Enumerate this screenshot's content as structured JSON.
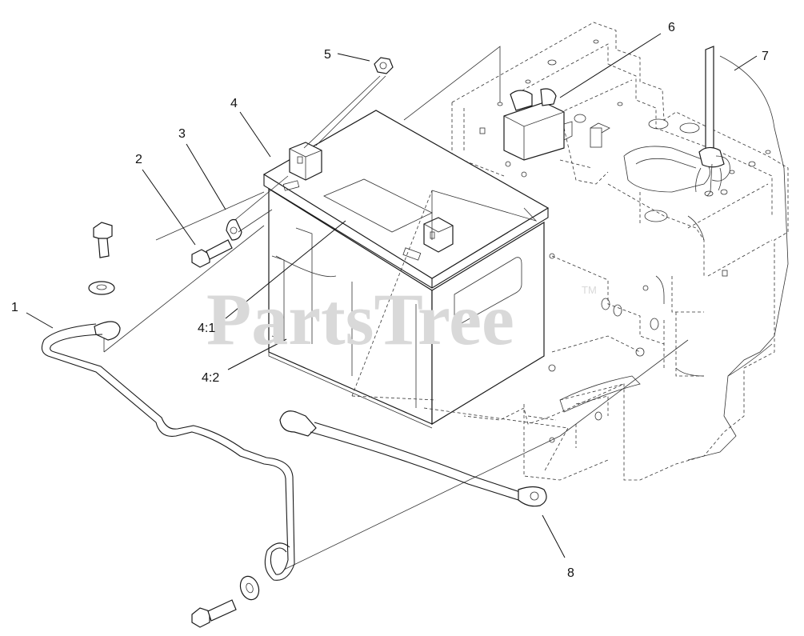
{
  "watermark": {
    "text": "PartsTree",
    "trademark": "TM"
  },
  "callouts": [
    {
      "id": "1",
      "label": "1"
    },
    {
      "id": "2",
      "label": "2"
    },
    {
      "id": "3",
      "label": "3"
    },
    {
      "id": "4",
      "label": "4"
    },
    {
      "id": "4-1",
      "label": "4:1"
    },
    {
      "id": "4-2",
      "label": "4:2"
    },
    {
      "id": "5",
      "label": "5"
    },
    {
      "id": "6",
      "label": "6"
    },
    {
      "id": "7",
      "label": "7"
    },
    {
      "id": "8",
      "label": "8"
    }
  ]
}
